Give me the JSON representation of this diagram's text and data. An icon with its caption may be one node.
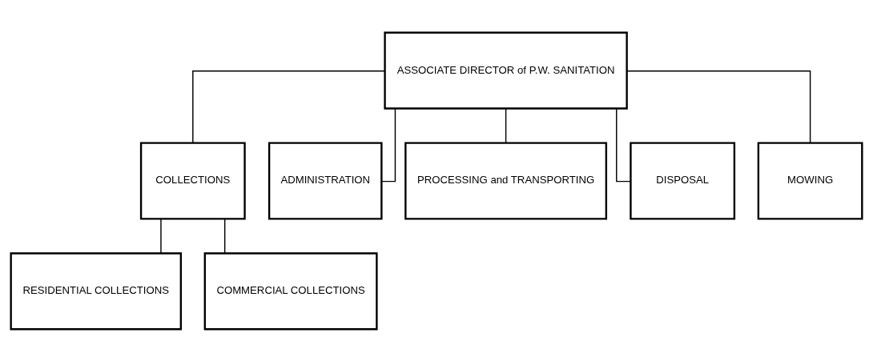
{
  "diagram": {
    "nodes": [
      {
        "text": [
          "ASSOCIATE DIRECTOR of P.W. SANITATION"
        ]
      },
      {
        "text": [
          "COLLECTIONS"
        ]
      },
      {
        "text": [
          "ADMINISTRATION"
        ]
      },
      {
        "text": [
          "PROCESSING and TRANSPORTING"
        ]
      },
      {
        "text": [
          "DISPOSAL"
        ]
      },
      {
        "text": [
          "MOWING"
        ]
      },
      {
        "text": [
          "RESIDENTIAL COLLECTIONS"
        ]
      },
      {
        "text": [
          "COMMERCIAL COLLECTIONS"
        ]
      }
    ],
    "edges": [
      {
        "from": 0,
        "to": 1,
        "arrow": "none"
      },
      {
        "from": 0,
        "to": 2,
        "arrow": "none"
      },
      {
        "from": 0,
        "to": 3,
        "arrow": "none"
      },
      {
        "from": 0,
        "to": 4,
        "arrow": "none"
      },
      {
        "from": 0,
        "to": 5,
        "arrow": "none"
      },
      {
        "from": 1,
        "to": 6,
        "arrow": "none"
      },
      {
        "from": 1,
        "to": 7,
        "arrow": "none"
      }
    ]
  }
}
